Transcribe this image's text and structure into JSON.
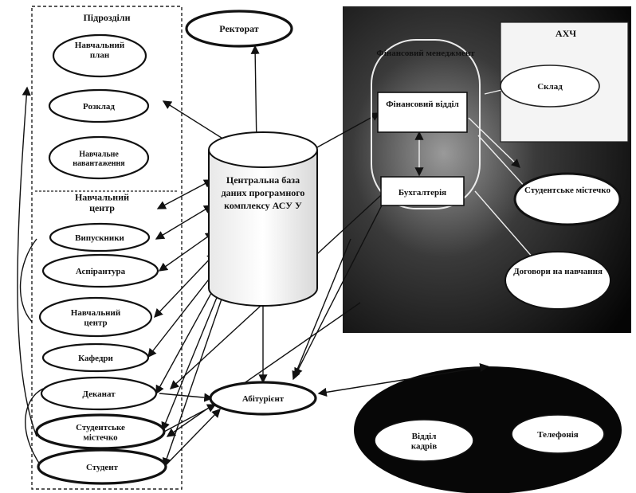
{
  "left_group": {
    "header": "Підрозділи",
    "divider_text": "Навчальний центр",
    "items": [
      "Навчальний план",
      "Розклад",
      "Навчальне навантаження",
      "Випускники",
      "Аспірантура",
      "Навчальний центр",
      "Кафедри",
      "Деканат",
      "Студентське містечко",
      "Студент"
    ]
  },
  "rectorate": "Ректорат",
  "central_db": "Центральна база даних програмного комплексу АСУ У",
  "entrant": "Абітурієнт",
  "finance": {
    "title": "Фінансовий менеджмент",
    "box_top": "Фінансовий відділ",
    "box_bottom": "Бухгалтерія"
  },
  "ahch": {
    "title": "АХЧ",
    "item": "Склад"
  },
  "dorm": "Студентське містечко",
  "contracts": "Договори на навчання",
  "hr": "Відділ кадрів",
  "phone": "Телефонія",
  "colors": {
    "ink": "#111111",
    "dark_region": "#0b0b0b",
    "paper": "#ffffff"
  }
}
